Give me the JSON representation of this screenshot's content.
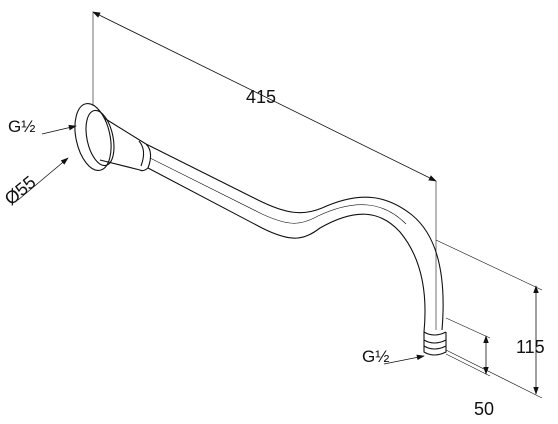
{
  "drawing": {
    "dim_length": "415",
    "dim_height": "115",
    "dim_offset": "50",
    "thread_inlet": "G½",
    "thread_outlet": "G½",
    "rosette_diameter": "Ø55"
  },
  "colors": {
    "line": "#111111",
    "background": "#ffffff"
  }
}
